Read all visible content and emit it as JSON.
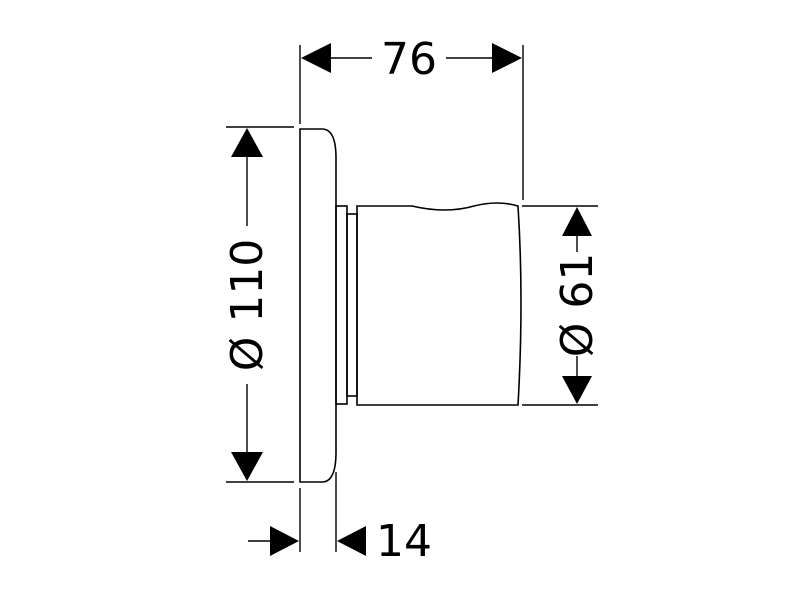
{
  "drawing": {
    "dimensions": {
      "depth_total": "76",
      "plate_depth": "14",
      "plate_diameter": "Ø 110",
      "handle_diameter": "Ø 61"
    }
  }
}
